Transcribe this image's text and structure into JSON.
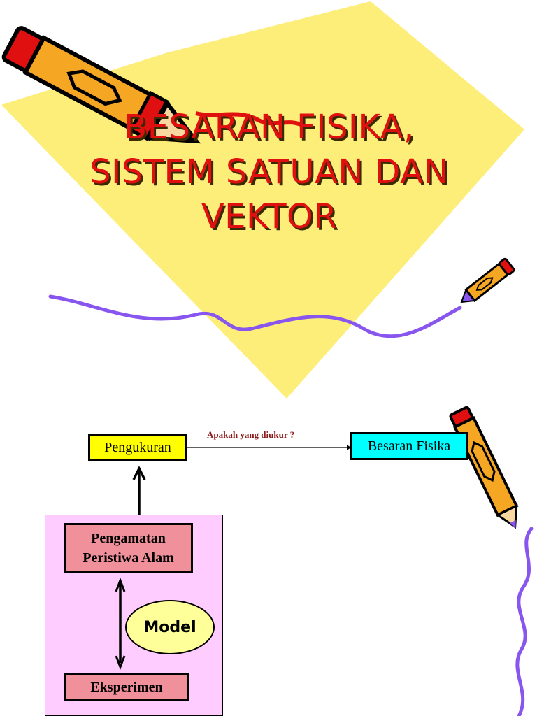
{
  "title": {
    "line1": "BESARAN FISIKA,",
    "line2": "SISTEM SATUAN DAN",
    "line3": "VEKTOR"
  },
  "diagram": {
    "measurement_label": "Pengukuran",
    "quantity_label": "Besaran Fisika",
    "arrow_question": "Apakah yang diukur ?",
    "observation_line1": "Pengamatan",
    "observation_line2": "Peristiwa Alam",
    "model_label": "Model",
    "experiment_label": "Eksperimen"
  },
  "colors": {
    "title_red": "#e01010",
    "diamond_yellow": "#fdee7a",
    "wave_purple": "#8855ee",
    "measurement_box": "#ffff00",
    "quantity_box": "#00ffff",
    "panel_pink": "#ffccff",
    "observation_box": "#f0909a",
    "model_ellipse": "#ffff99"
  },
  "icons": [
    "pencil-icon",
    "pencil-icon",
    "pencil-icon"
  ]
}
